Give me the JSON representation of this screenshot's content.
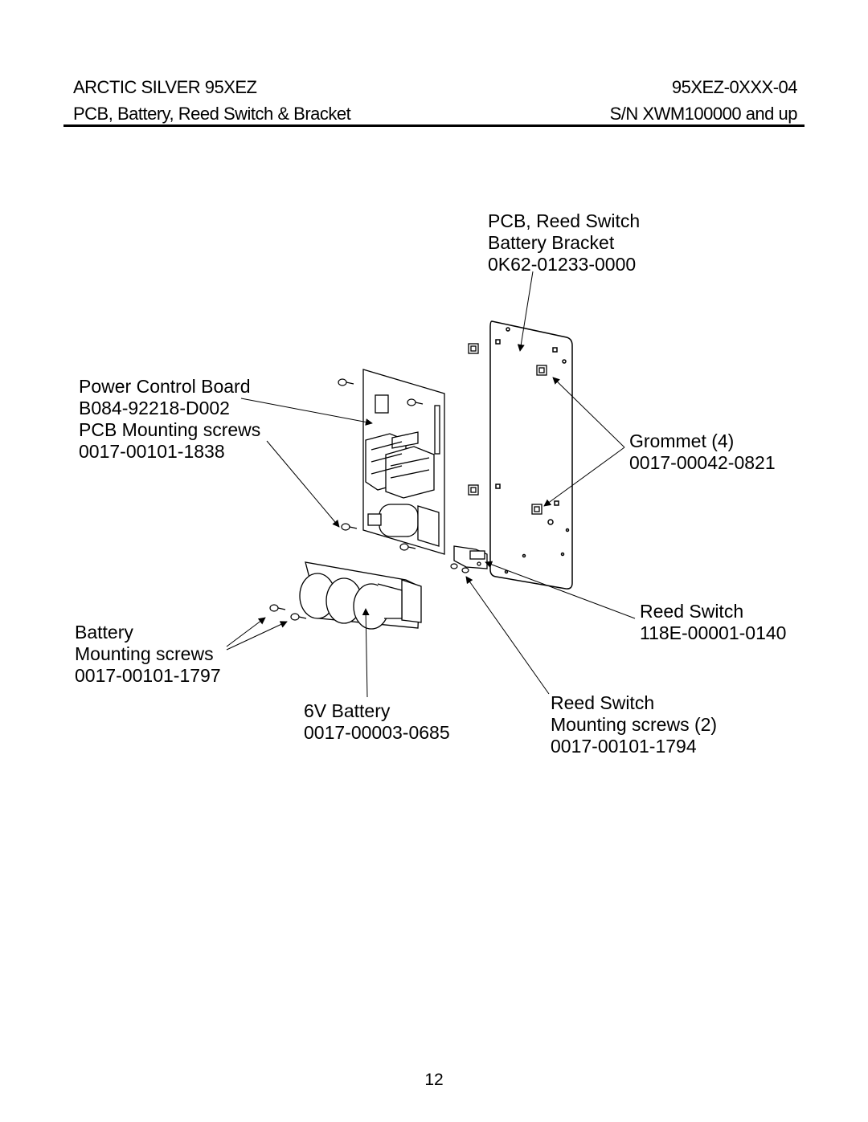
{
  "header": {
    "model": "ARCTIC SILVER 95XEZ",
    "model_code": "95XEZ-0XXX-04",
    "section_title": "PCB, Battery, Reed Switch & Bracket",
    "serial_range": "S/N XWM100000 and up"
  },
  "callouts": {
    "bracket": {
      "name": "PCB, Reed Switch",
      "name2": "Battery Bracket",
      "part": "0K62-01233-0000"
    },
    "pcb": {
      "name": "Power Control Board",
      "part": "B084-92218-D002",
      "screws": "PCB Mounting screws",
      "screws_part": "0017-00101-1838"
    },
    "grommet": {
      "name": "Grommet (4)",
      "part": "0017-00042-0821"
    },
    "reed_switch": {
      "name": "Reed Switch",
      "part": "118E-00001-0140"
    },
    "battery_screws": {
      "name": "Battery",
      "name2": "Mounting screws",
      "part": "0017-00101-1797"
    },
    "battery": {
      "name": "6V Battery",
      "part": "0017-00003-0685"
    },
    "reed_screws": {
      "name": "Reed Switch",
      "name2": "Mounting screws (2)",
      "part": "0017-00101-1794"
    }
  },
  "footer": {
    "page_number": "12"
  }
}
